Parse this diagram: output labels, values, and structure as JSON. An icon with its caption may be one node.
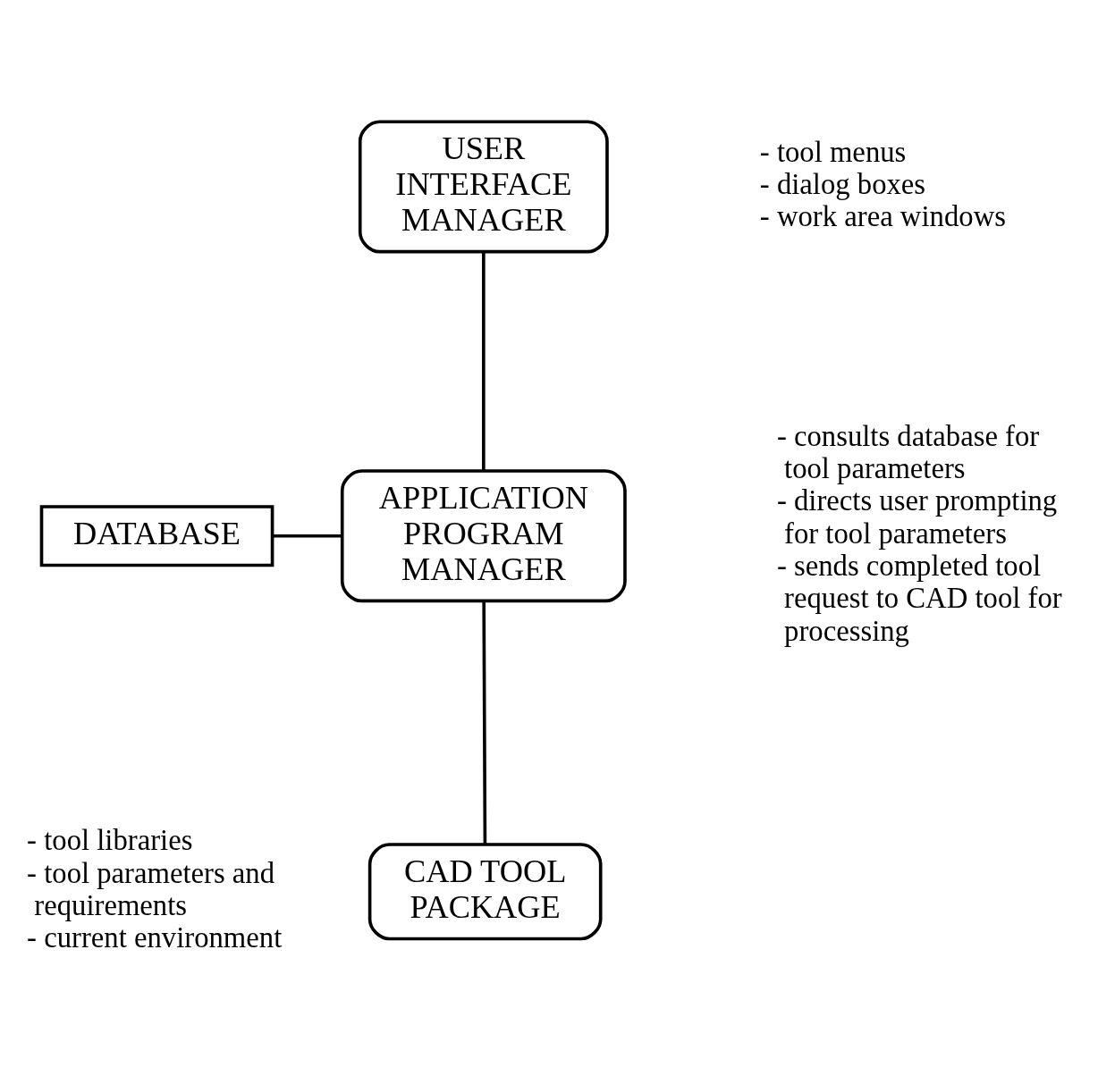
{
  "diagram": {
    "nodes": [
      {
        "text": [
          "USER INTERFACE MANAGER"
        ],
        "beside": [
          "- tool menus",
          "- dialog boxes",
          "- work area windows"
        ]
      },
      {
        "text": [
          "DATABASE"
        ],
        "beside": [
          "- tool libraries",
          "- tool parameters and requirements",
          "- current environment"
        ]
      },
      {
        "text": [
          "APPLICATION PROGRAM MANAGER"
        ],
        "beside": [
          "- consults database for tool parameters",
          "- directs user prompting for tool parameters",
          "- sends completed tool request to CAD tool for processing"
        ]
      },
      {
        "text": [
          "CAD TOOL PACKAGE"
        ]
      }
    ],
    "edges": [
      {
        "from": 0,
        "to": 2,
        "arrow": "none"
      },
      {
        "from": 1,
        "to": 2,
        "arrow": "none"
      },
      {
        "from": 2,
        "to": 3,
        "arrow": "none"
      }
    ]
  }
}
